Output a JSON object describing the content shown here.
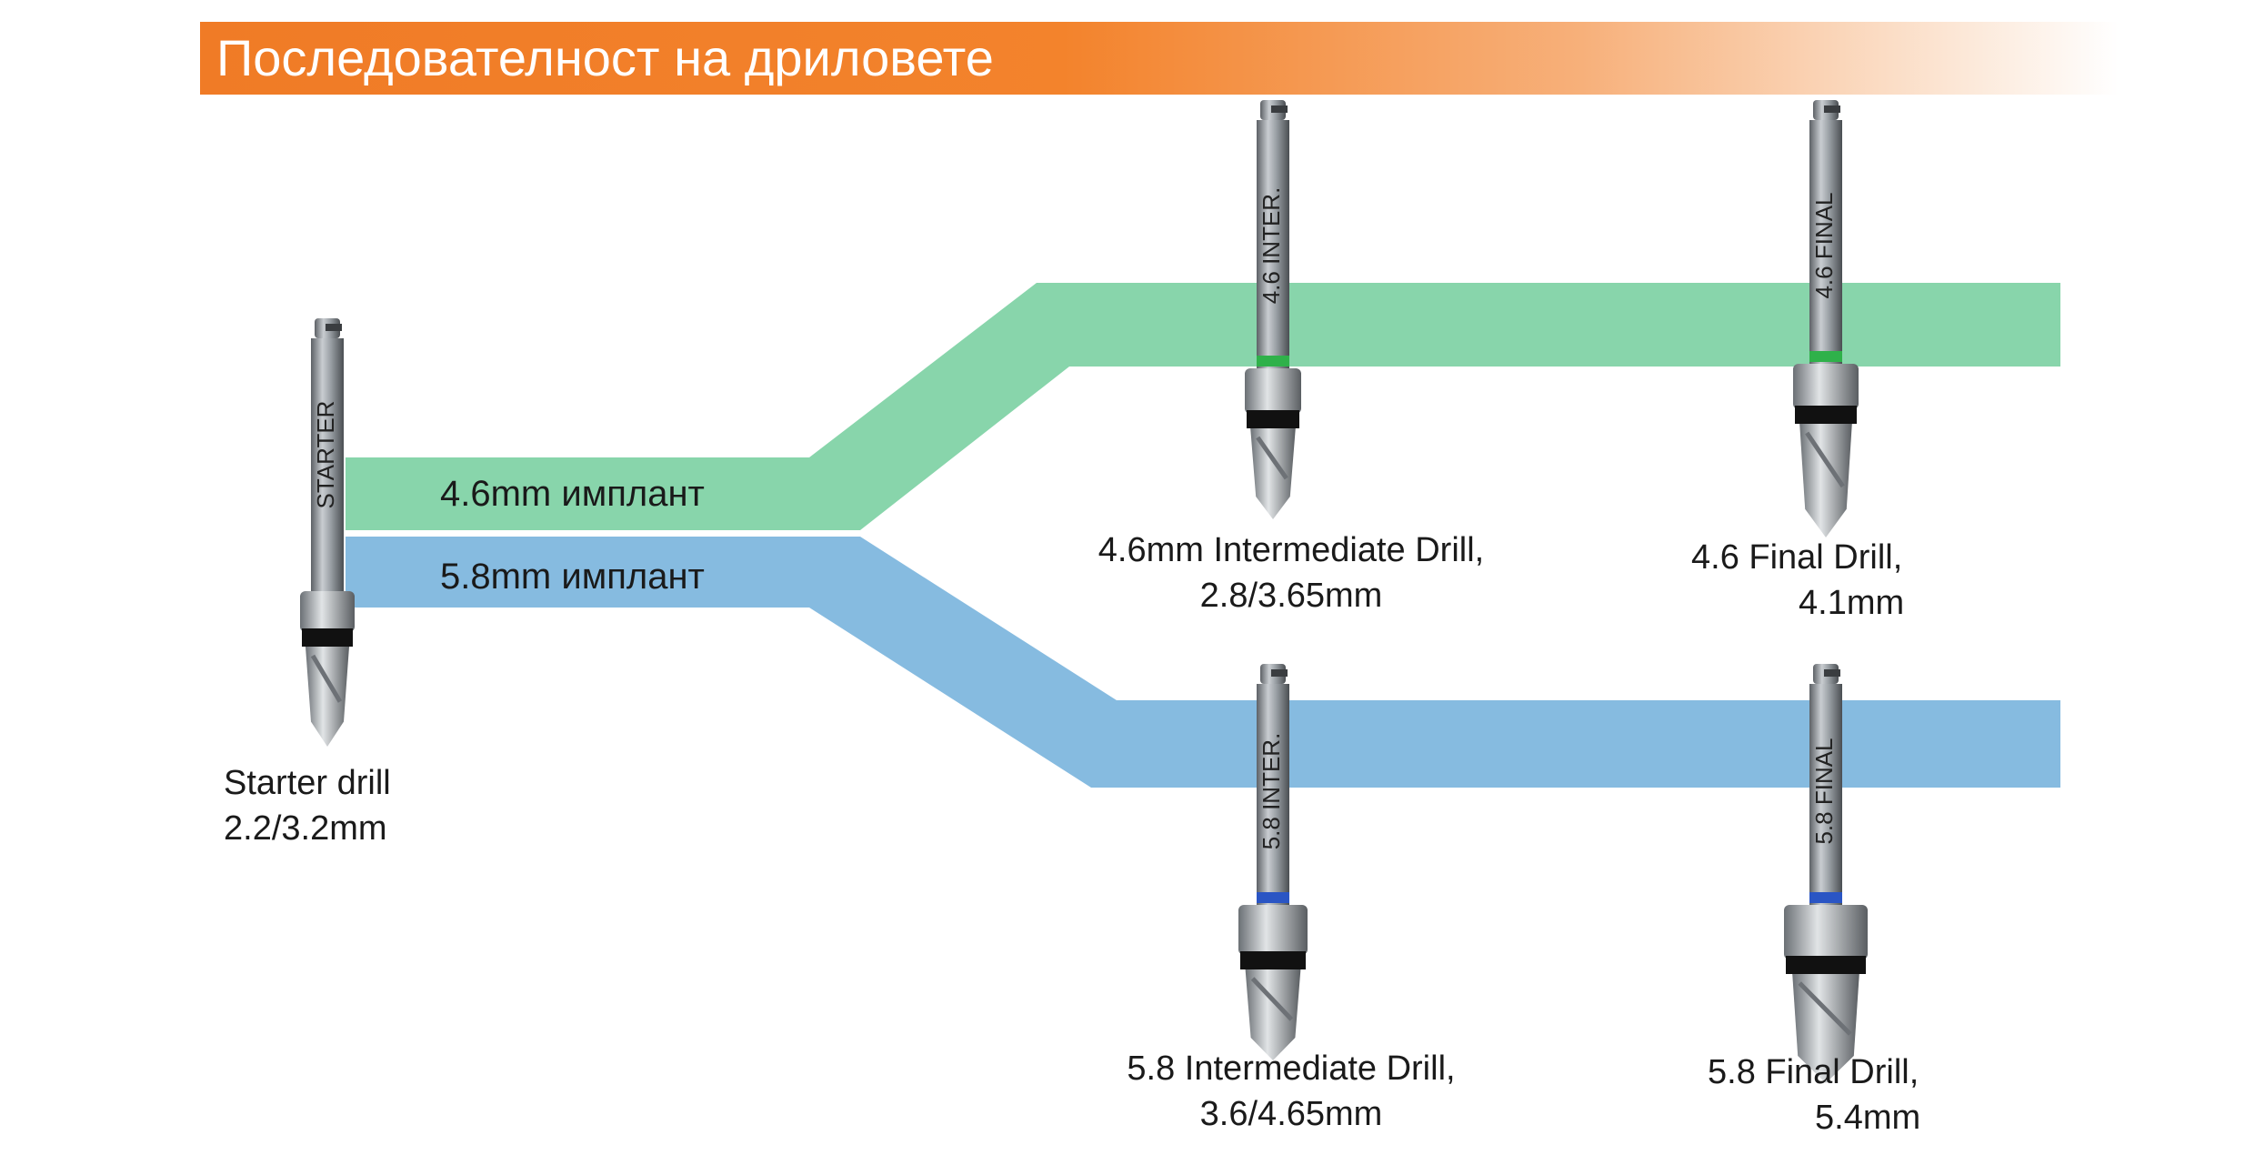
{
  "header": {
    "title": "Последователност на дриловете"
  },
  "colors": {
    "green_band": "#88d5ab",
    "blue_band": "#86bbe0",
    "header_orange": "#f07b26",
    "ring_green": "#2fb14a",
    "ring_blue": "#2a55c4"
  },
  "paths": {
    "green_label": "4.6mm имплант",
    "blue_label": "5.8mm имплант"
  },
  "drills": {
    "starter": {
      "engraving": "STARTER",
      "name": "Starter drill",
      "size": "2.2/3.2mm"
    },
    "inter46": {
      "engraving": "4.6 INTER.",
      "name": "4.6mm Intermediate Drill,",
      "size": "2.8/3.65mm"
    },
    "final46": {
      "engraving": "4.6 FINAL",
      "name": "4.6 Final Drill,",
      "size": "4.1mm"
    },
    "inter58": {
      "engraving": "5.8 INTER.",
      "name": "5.8 Intermediate Drill,",
      "size": "3.6/4.65mm"
    },
    "final58": {
      "engraving": "5.8 FINAL",
      "name": "5.8 Final Drill,",
      "size": "5.4mm"
    }
  }
}
